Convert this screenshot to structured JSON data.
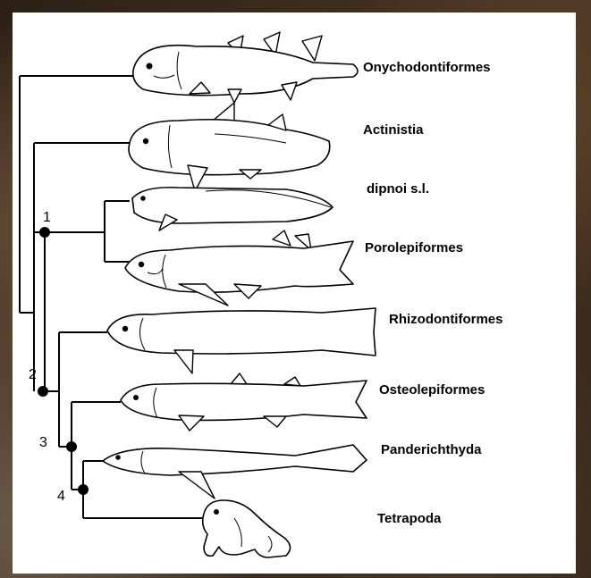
{
  "taxa": [
    {
      "label": "Onychodontiformes",
      "icon": "onychodont-fish-icon"
    },
    {
      "label": "Actinistia",
      "icon": "coelacanth-fish-icon"
    },
    {
      "label": "dipnoi s.l.",
      "icon": "lungfish-icon"
    },
    {
      "label": "Porolepiformes",
      "icon": "porolepiform-fish-icon"
    },
    {
      "label": "Rhizodontiformes",
      "icon": "rhizodont-fish-icon"
    },
    {
      "label": "Osteolepiformes",
      "icon": "osteolepiform-fish-icon"
    },
    {
      "label": "Panderichthyda",
      "icon": "panderichthys-fish-icon"
    },
    {
      "label": "Tetrapoda",
      "icon": "frog-icon"
    }
  ],
  "nodes": [
    {
      "label": "1"
    },
    {
      "label": "2"
    },
    {
      "label": "3"
    },
    {
      "label": "4"
    }
  ],
  "colors": {
    "line": "#000000",
    "panel": "#ffffff",
    "background": "#3a2a1c"
  }
}
